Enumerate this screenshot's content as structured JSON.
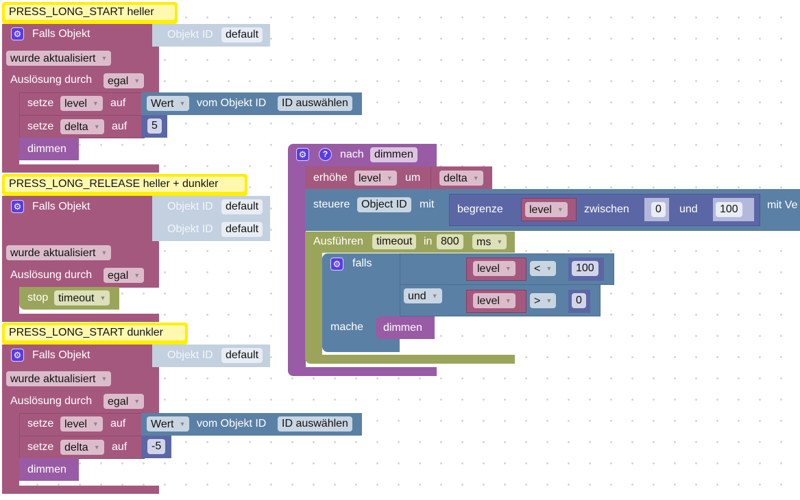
{
  "blocks": {
    "b1": {
      "comment": "PRESS_LONG_START heller",
      "falls": "Falls Objekt",
      "objid_label": "Objekt ID",
      "objid_value": "default",
      "trigger": "wurde aktualisiert",
      "ausl": "Auslösung durch",
      "ausl_value": "egal",
      "set1": {
        "setze": "setze",
        "var": "level",
        "auf": "auf",
        "wert": "Wert",
        "vom": "vom Objekt ID",
        "id": "ID auswählen"
      },
      "set2": {
        "setze": "setze",
        "var": "delta",
        "auf": "auf",
        "value": "5"
      },
      "call": "dimmen"
    },
    "b2": {
      "comment": "PRESS_LONG_RELEASE heller + dunkler",
      "falls": "Falls Objekt",
      "objid_label": "Objekt ID",
      "objid_value": "default",
      "objid2_label": "Objekt ID",
      "objid2_value": "default",
      "trigger": "wurde aktualisiert",
      "ausl": "Auslösung durch",
      "ausl_value": "egal",
      "stop": "stop",
      "stop_value": "timeout"
    },
    "b3": {
      "comment": "PRESS_LONG_START dunkler",
      "falls": "Falls Objekt",
      "objid_label": "Objekt ID",
      "objid_value": "default",
      "trigger": "wurde aktualisiert",
      "ausl": "Auslösung durch",
      "ausl_value": "egal",
      "set1": {
        "setze": "setze",
        "var": "level",
        "auf": "auf",
        "wert": "Wert",
        "vom": "vom Objekt ID",
        "id": "ID auswählen"
      },
      "set2": {
        "setze": "setze",
        "var": "delta",
        "auf": "auf",
        "value": "-5"
      },
      "call": "dimmen"
    },
    "proc": {
      "help": "?",
      "nach": "nach",
      "name": "dimmen",
      "inc": {
        "label": "erhöhe",
        "var": "level",
        "um": "um",
        "by": "delta"
      },
      "ctrl": {
        "label": "steuere",
        "obj": "Object ID",
        "mit": "mit",
        "clamp": "begrenze",
        "var": "level",
        "between": "zwischen",
        "min": "0",
        "and": "und",
        "max": "100",
        "more": "mit Ve"
      },
      "timeout": {
        "label": "Ausführen",
        "name": "timeout",
        "in": "in",
        "value": "800",
        "unit": "ms"
      },
      "if": {
        "label": "falls",
        "var1": "level",
        "op1": "<",
        "val1": "100",
        "logic": "und",
        "var2": "level",
        "op2": ">",
        "val2": "0",
        "do": "mache",
        "call": "dimmen"
      }
    }
  },
  "colors": {
    "event": "#a5587e",
    "procedure": "#995ba5",
    "object": "#5b80a5",
    "number": "#5b67a5",
    "timeout": "#9aa55b",
    "comment": "#ffef00"
  }
}
